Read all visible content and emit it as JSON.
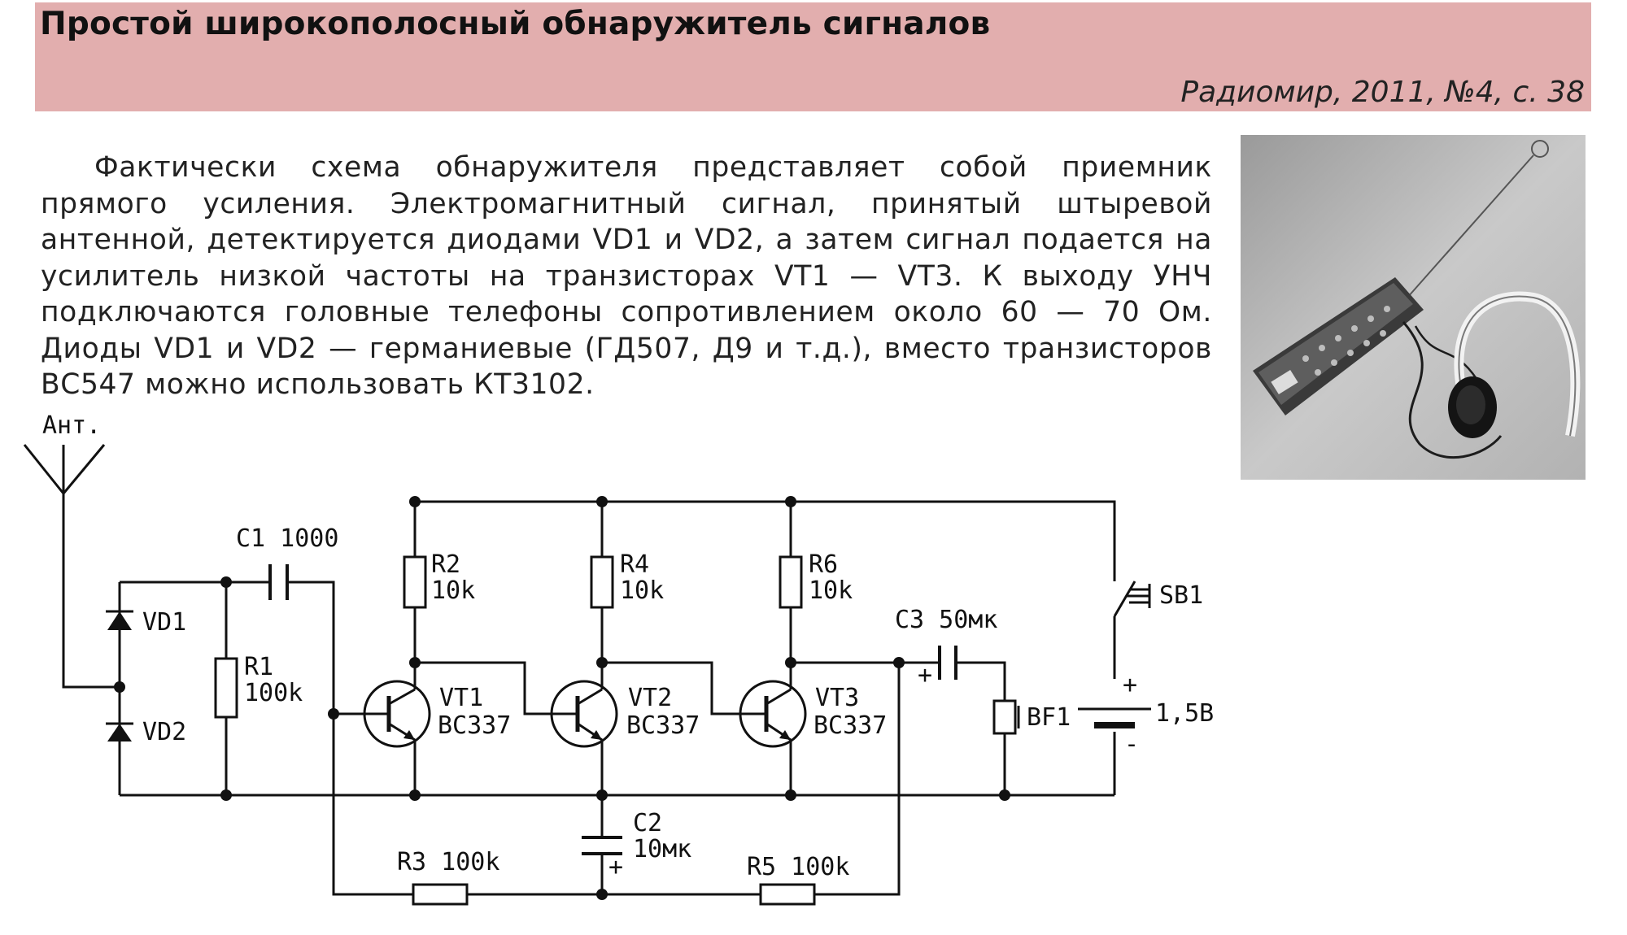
{
  "article": {
    "title": "Простой широкополосный обнаружитель сигналов",
    "source": "Радиомир, 2011, №4, с. 38",
    "paragraph": "Фактически схема обнаружителя представляет собой приемник прямого усиления. Электромагнитный сигнал, принятый штыревой антенной, детектируется диодами VD1 и VD2, а затем сигнал подается на усилитель низкой частоты на транзисторах VT1 — VT3. К выходу УНЧ подключаются головные телефоны сопротивлением около 60 — 70 Ом. Диоды VD1 и VD2 — германиевые (ГД507, Д9 и т.д.), вместо транзисторов ВС547 можно использовать КТ3102."
  },
  "schematic": {
    "antenna": "Ант.",
    "c1": "C1 1000",
    "vd1": "VD1",
    "vd2": "VD2",
    "r1_name": "R1",
    "r1_value": "100k",
    "r2_name": "R2",
    "r2_value": "10k",
    "r4_name": "R4",
    "r4_value": "10k",
    "r6_name": "R6",
    "r6_value": "10k",
    "vt1_name": "VT1",
    "vt1_type": "BC337",
    "vt2_name": "VT2",
    "vt2_type": "BC337",
    "vt3_name": "VT3",
    "vt3_type": "BC337",
    "c3": "C3 50мк",
    "sb1": "SB1",
    "bf1": "BF1",
    "battery": "1,5B",
    "plus": "+",
    "minus": "-",
    "c2_name": "C2",
    "c2_value": "10мк",
    "r3": "R3 100k",
    "r5": "R5 100k"
  },
  "colors": {
    "header_bg": "#e2aeae",
    "ink": "#111111"
  }
}
